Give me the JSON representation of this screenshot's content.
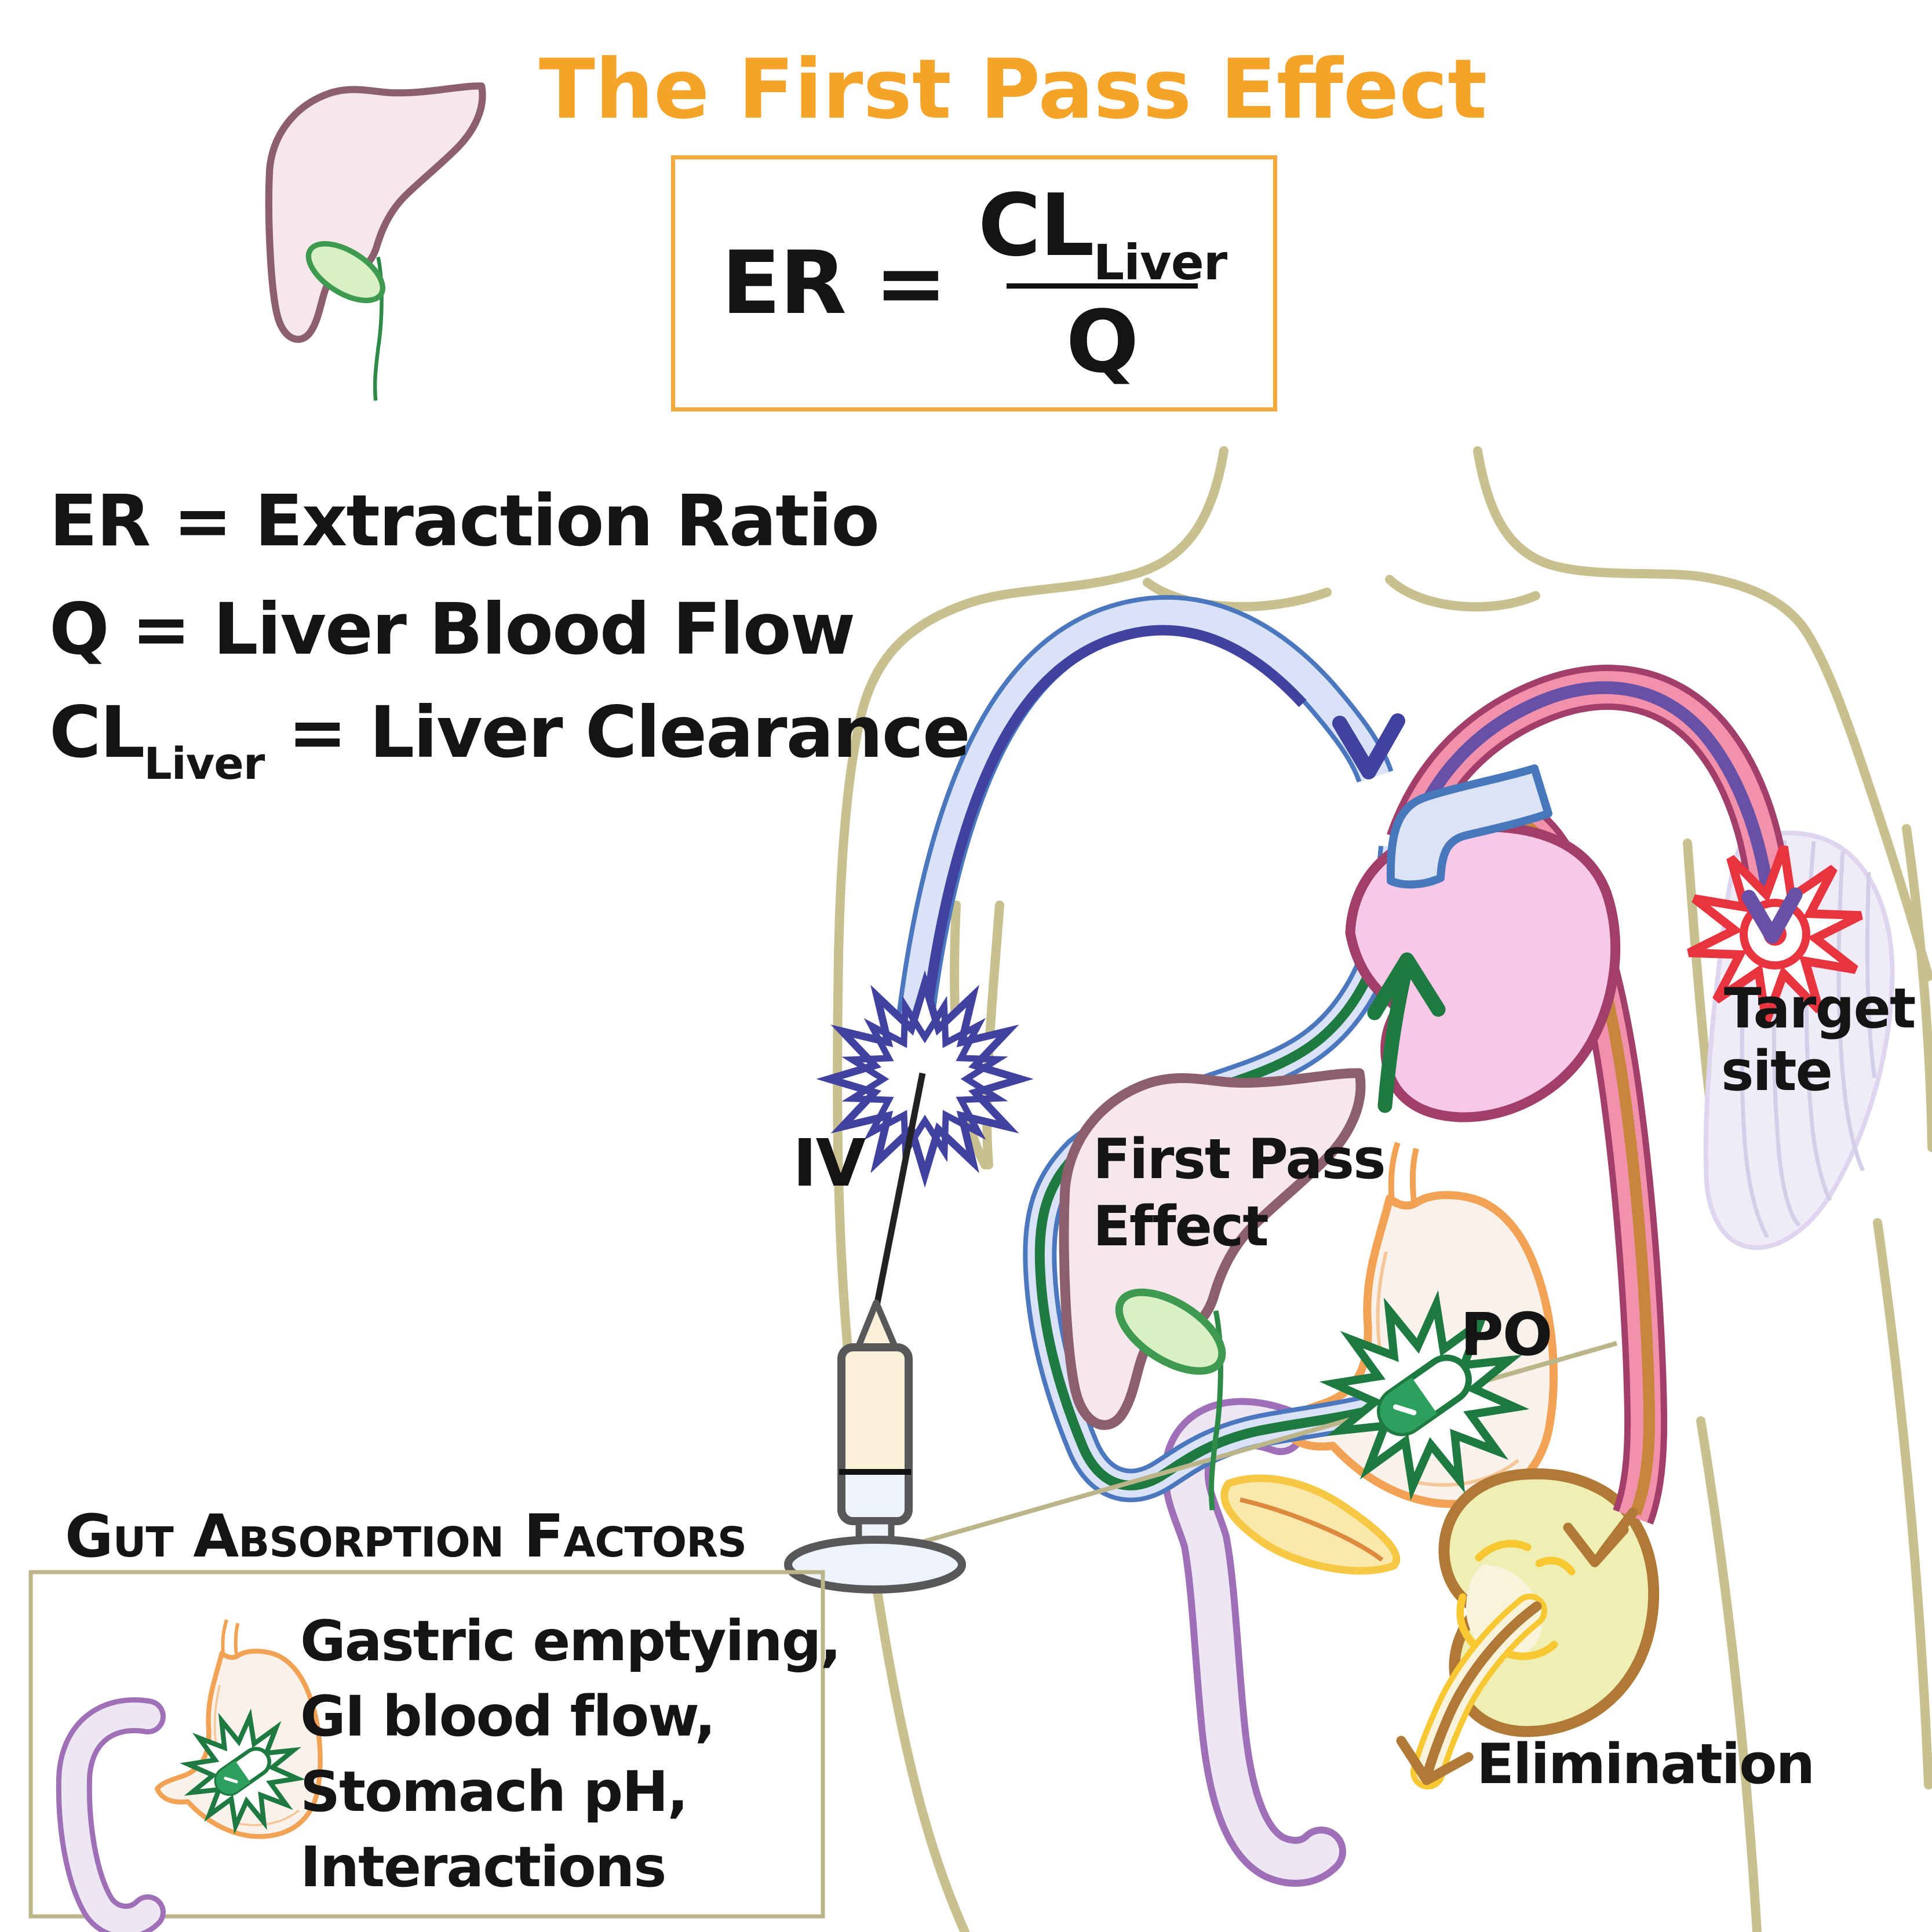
{
  "title": {
    "text": "The First Pass Effect",
    "color": "#F5A329"
  },
  "formula_box": {
    "lhs": "ER =",
    "numerator": "CL",
    "numerator_sub": "Liver",
    "denominator": "Q",
    "border_color": "#F5A83B"
  },
  "definitions": {
    "line1": "ER = Extraction Ratio",
    "line2": "Q = Liver Blood Flow",
    "line3_main": "CL",
    "line3_sub": "Liver",
    "line3_rest": "=  Liver Clearance"
  },
  "body_labels": {
    "iv": "IV",
    "first_pass_1": "First Pass",
    "first_pass_2": "Effect",
    "po": "PO",
    "target_1": "Target",
    "target_2": "site",
    "elimination": "Elimination"
  },
  "gut_box": {
    "title": "Gut Absorption Factors",
    "items": [
      "Gastric emptying,",
      "GI blood flow,",
      "Stomach pH,",
      "Interactions"
    ]
  },
  "palette": {
    "body_outline": "#C9C08F",
    "liver_fill": "#F6E7ED",
    "liver_stroke": "#8D5F6D",
    "gallbladder_fill": "#D9EFC4",
    "gallbladder_stroke": "#3E9A4E",
    "heart_fill": "#F8C8E8",
    "heart_stroke": "#A13E69",
    "vein_fill": "#D9E2F6",
    "vein_stroke": "#4B77BE",
    "vein_stripe": "#41419F",
    "artery_fill": "#F291AC",
    "artery_stroke": "#A13E69",
    "artery_stripe_purple": "#6750A5",
    "artery_stripe_orange": "#C8863C",
    "portal_green": "#1F7A41",
    "pill_green": "#2EA05E",
    "stomach_fill": "#F9F2EB",
    "stomach_stroke": "#F2A254",
    "pancreas_fill": "#FBE9AC",
    "pancreas_stroke": "#F6C844",
    "duodenum_fill": "#EDE7F4",
    "duodenum_stroke": "#9F6FB8",
    "kidney_fill": "#EFEFB3",
    "kidney_stroke": "#B07A36",
    "kidney_yellow": "#F7C832",
    "ureter_cream": "#FAF3DC",
    "muscle_fill": "#EFEBF7",
    "muscle_striation": "#D5CEE8",
    "target_red": "#E8343F"
  }
}
